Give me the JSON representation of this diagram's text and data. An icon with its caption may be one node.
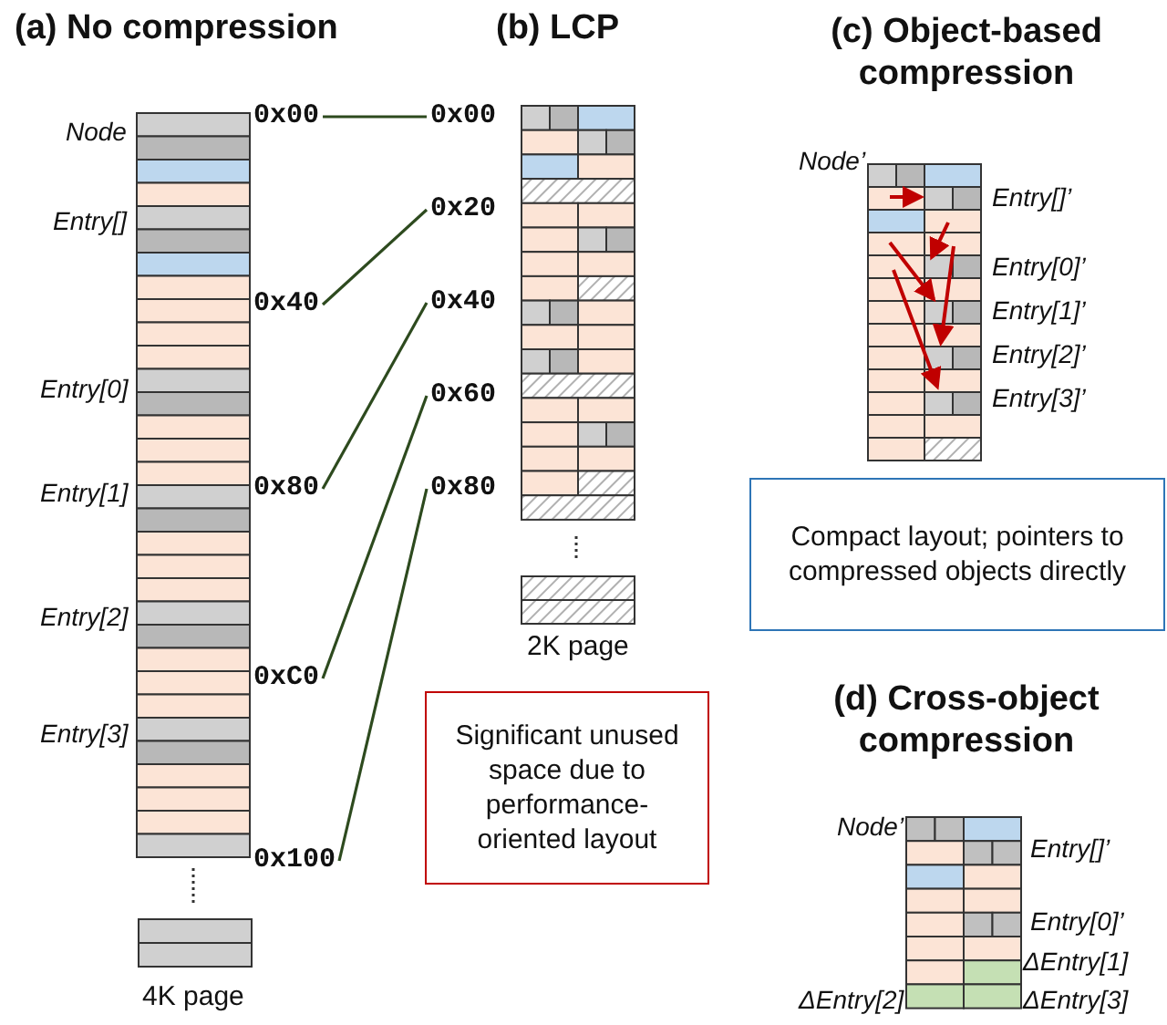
{
  "diagram": {
    "nodes": [
      {
        "text": [
          "0x00"
        ]
      },
      {
        "text": [
          "0x40"
        ]
      },
      {
        "text": [
          "0x80"
        ]
      },
      {
        "text": [
          "0xC0"
        ]
      },
      {
        "text": [
          "0x100"
        ]
      },
      {
        "text": [
          "0x00"
        ]
      },
      {
        "text": [
          "0x20"
        ]
      },
      {
        "text": [
          "0x40"
        ]
      },
      {
        "text": [
          "0x60"
        ]
      },
      {
        "text": [
          "0x80"
        ]
      },
      {
        "text": [
          "Significant unused space due to performance-oriented layout"
        ]
      },
      {
        "text": [
          "Compact layout; pointers to compressed objects directly"
        ]
      }
    ],
    "edges": [
      {
        "from": 0,
        "to": 5,
        "arrow": "none"
      },
      {
        "from": 1,
        "to": 6,
        "arrow": "none"
      },
      {
        "from": 2,
        "to": 7,
        "arrow": "none"
      },
      {
        "from": 3,
        "to": 8,
        "arrow": "none"
      },
      {
        "from": 4,
        "to": 9,
        "arrow": "none"
      }
    ],
    "labels": [
      "(a) No compression",
      "Node",
      "Entry[]",
      "Entry[0]",
      "Entry[1]",
      "Entry[2]",
      "Entry[3]",
      "4K page",
      "(b) LCP",
      "2K page",
      "(c) Object-based compression",
      "Node’",
      "Entry[]’",
      "Entry[0]’",
      "Entry[1]’",
      "Entry[2]’",
      "Entry[3]’",
      "(d) Cross-object compression",
      "Node’",
      "Entry[]’",
      "Entry[0]’",
      "ΔEntry[1]",
      "ΔEntry[2]",
      "ΔEntry[3]"
    ]
  }
}
